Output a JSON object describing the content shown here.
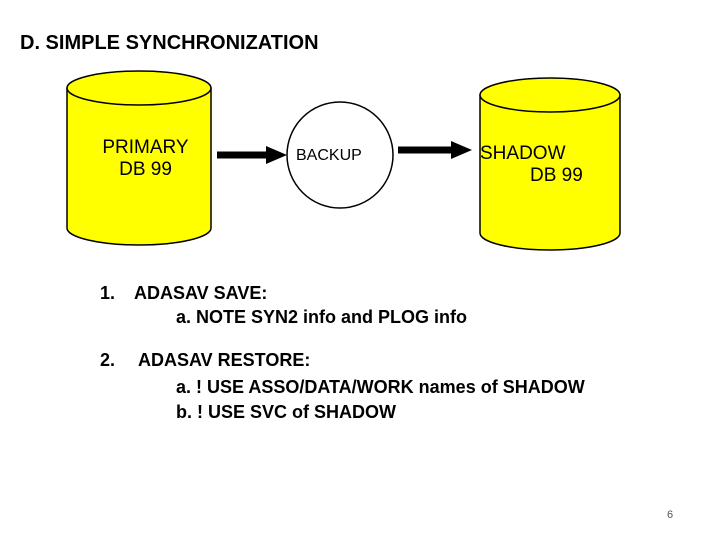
{
  "title": "D. SIMPLE SYNCHRONIZATION",
  "nodes": {
    "primary": {
      "line1": "PRIMARY",
      "line2": "DB 99"
    },
    "backup": {
      "label": "BACKUP"
    },
    "shadow": {
      "line1": "SHADOW",
      "line2": "DB 99"
    }
  },
  "colors": {
    "database_fill": "#FFFF00",
    "outline": "#000000"
  },
  "steps": [
    {
      "number": "1.",
      "heading": "ADASAV SAVE:",
      "items": [
        "a. NOTE SYN2 info and PLOG info"
      ]
    },
    {
      "number": "2.",
      "heading": "ADASAV RESTORE:",
      "items": [
        "a. ! USE ASSO/DATA/WORK names of SHADOW",
        "b. ! USE SVC of SHADOW"
      ]
    }
  ],
  "page_number": "6"
}
